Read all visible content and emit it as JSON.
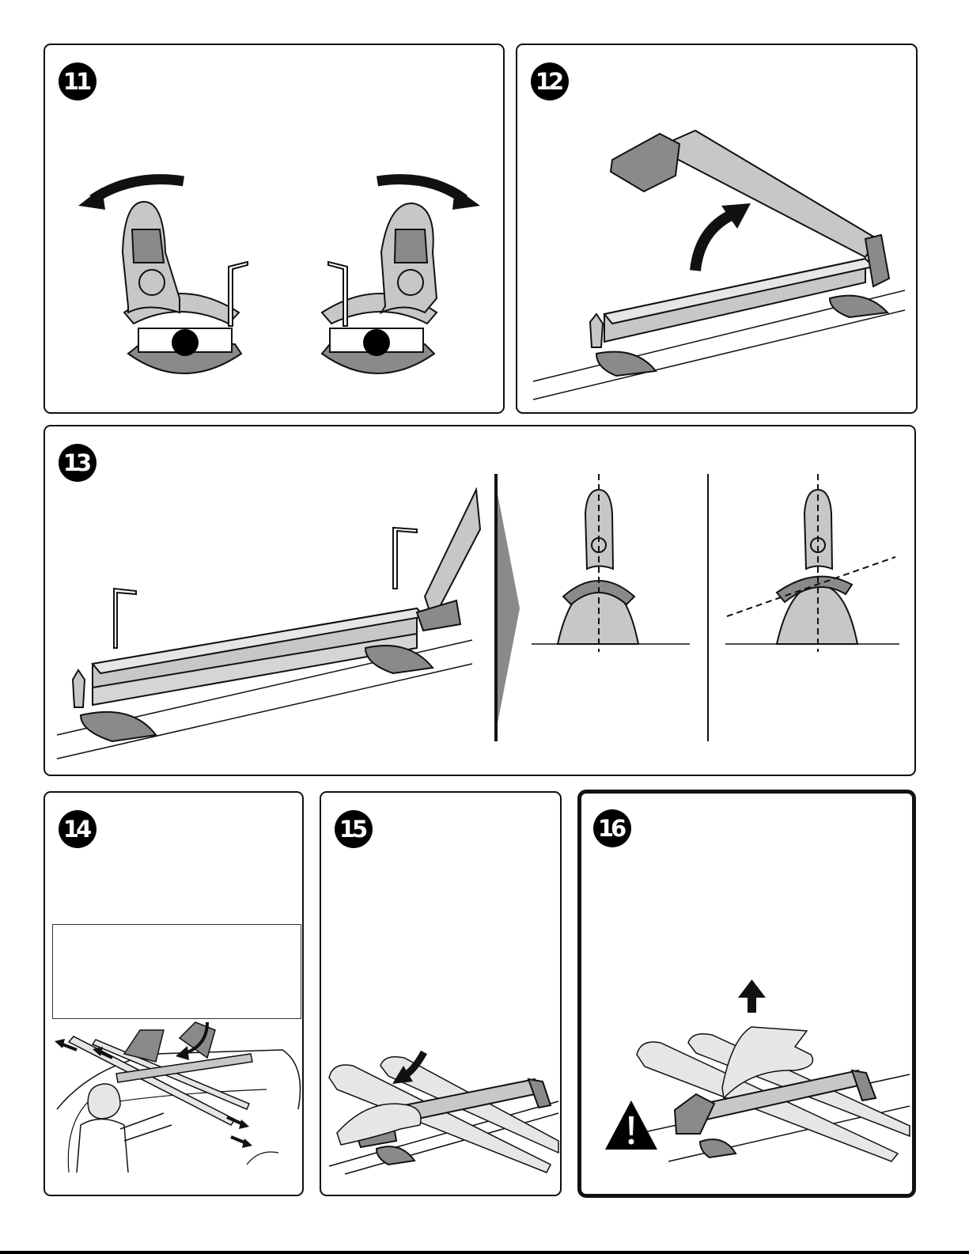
{
  "steps": [
    {
      "number": "11"
    },
    {
      "number": "12"
    },
    {
      "number": "13"
    },
    {
      "number": "14"
    },
    {
      "number": "15"
    },
    {
      "number": "16"
    }
  ],
  "colors": {
    "line": "#111111",
    "metal": "#c7c7c7",
    "dark_plastic": "#8a8a8a",
    "light_fill": "#e6e6e6"
  },
  "icons": [
    "curved-arrow-icon",
    "allen-key-icon",
    "warning-triangle-icon",
    "arrow-up-icon"
  ]
}
